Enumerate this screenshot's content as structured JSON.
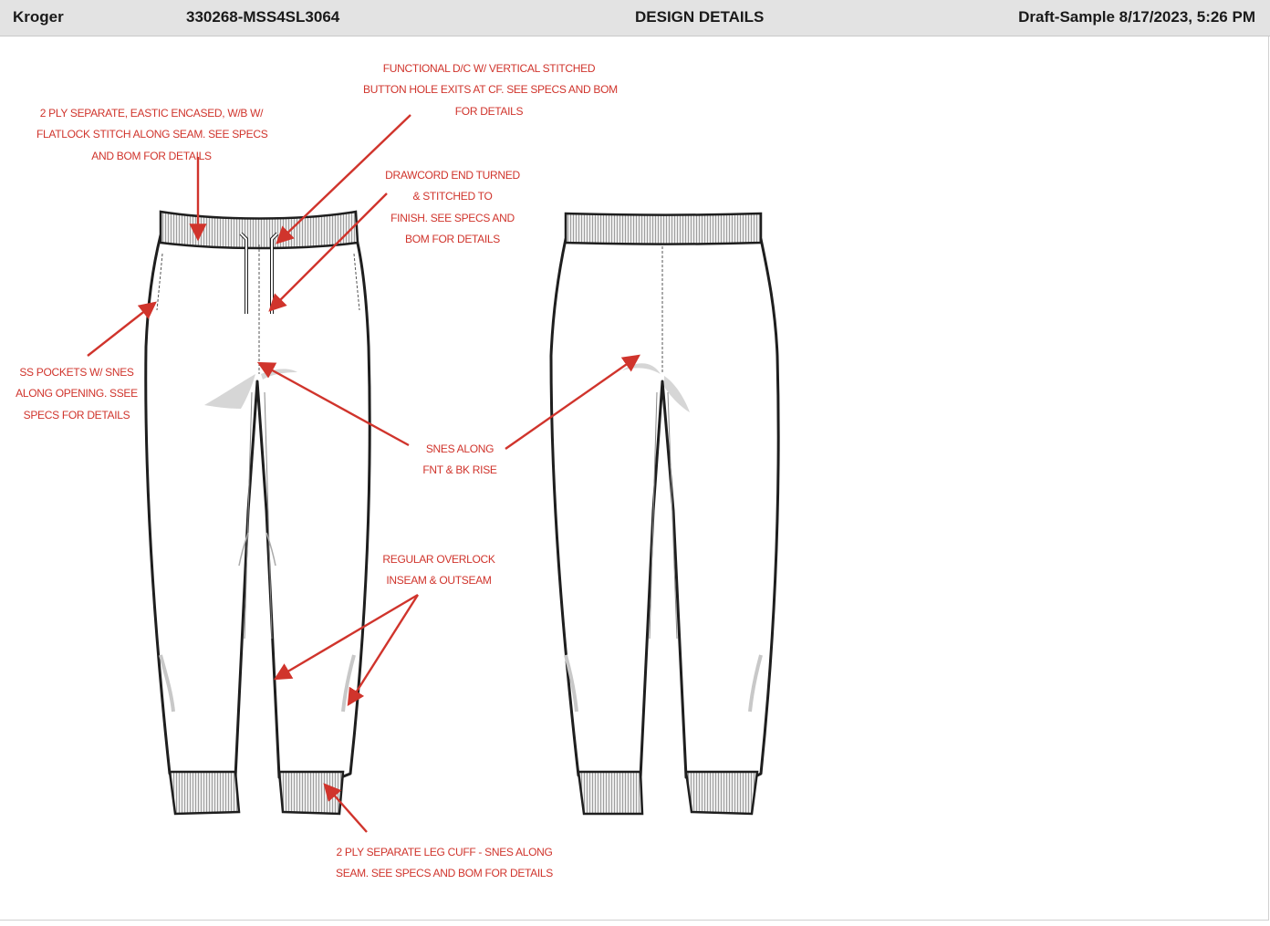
{
  "header": {
    "brand": "Kroger",
    "style_number": "330268-MSS4SL3064",
    "section_title": "DESIGN DETAILS",
    "status": "Draft-Sample 8/17/2023, 5:26 PM"
  },
  "callouts": {
    "waistband": "2 PLY SEPARATE, EASTIC ENCASED, W/B W/\nFLATLOCK STITCH ALONG SEAM. SEE SPECS\nAND BOM FOR DETAILS",
    "buttonhole": "FUNCTIONAL D/C W/ VERTICAL STITCHED\nBUTTON HOLE EXITS AT CF. SEE SPECS AND BOM\nFOR DETAILS",
    "drawcord": "DRAWCORD END TURNED\n& STITCHED TO\nFINISH. SEE SPECS AND\nBOM FOR DETAILS",
    "pockets": "SS POCKETS W/ SNES\nALONG OPENING. SSEE\nSPECS FOR DETAILS",
    "rise": "SNES ALONG\nFNT & BK RISE",
    "overlock": "REGULAR OVERLOCK\nINSEAM & OUTSEAM",
    "cuff": "2 PLY SEPARATE LEG CUFF - SNES ALONG\nSEAM. SEE SPECS AND BOM FOR DETAILS"
  },
  "colors": {
    "annotation": "#d0342c",
    "header_bg": "#e3e3e3",
    "rib": "#bdbdbd"
  }
}
